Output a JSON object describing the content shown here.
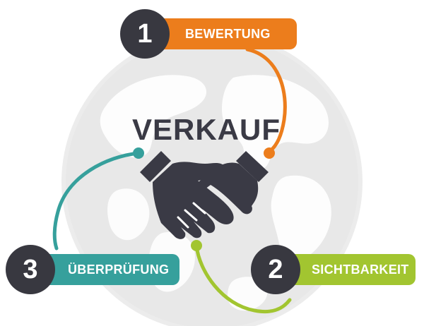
{
  "diagram": {
    "title": "VERKAUF",
    "steps": [
      {
        "number": "1",
        "label": "BEWERTUNG",
        "color": "#ec7d1c"
      },
      {
        "number": "2",
        "label": "SICHTBARKEIT",
        "color": "#a2c530"
      },
      {
        "number": "3",
        "label": "ÜBERPRÜFUNG",
        "color": "#36a09c"
      }
    ],
    "icons": {
      "background": "globe-icon",
      "center": "handshake-icon"
    },
    "colors": {
      "badge": "#383840",
      "title": "#3a3a45",
      "globe": "#e6e6e6",
      "handshake": "#3a3a45"
    }
  }
}
